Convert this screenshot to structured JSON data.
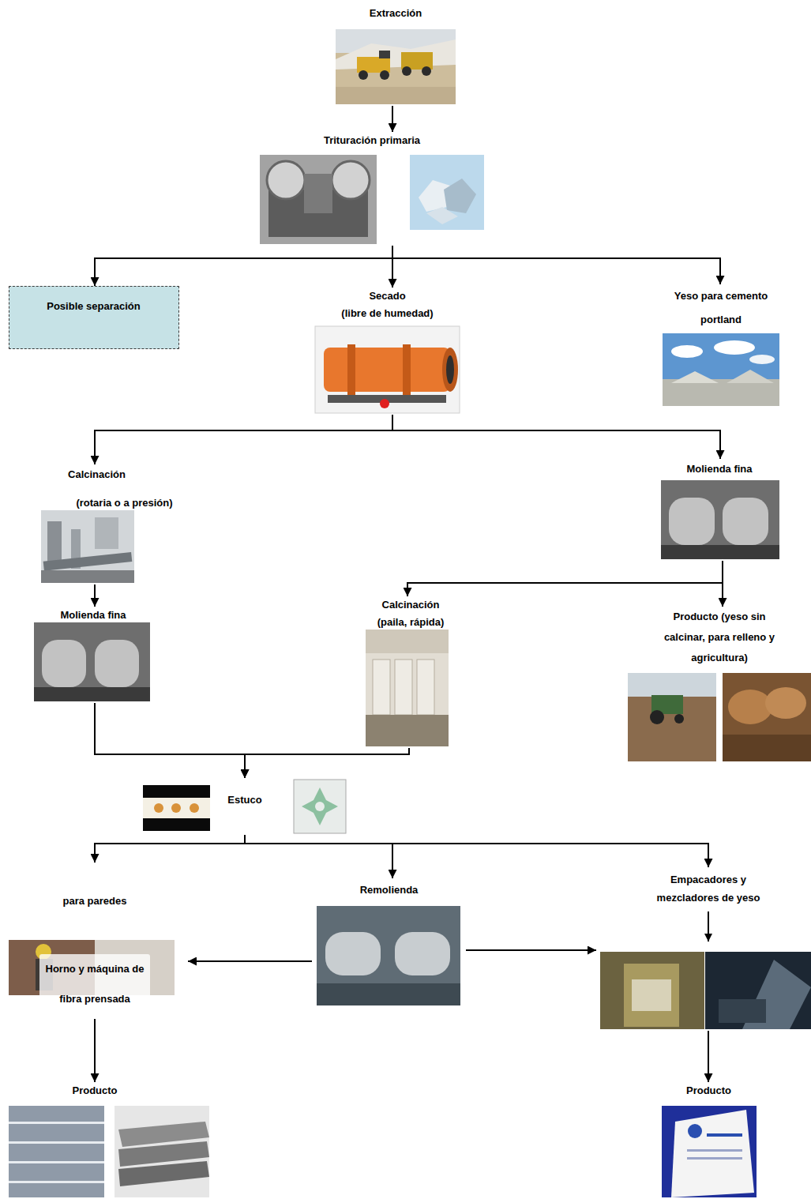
{
  "diagram": {
    "nodes": [
      {
        "text": [
          "Extracción"
        ]
      },
      {
        "text": [
          "Trituración primaria"
        ]
      },
      {
        "text": [
          "Posible separación"
        ]
      },
      {
        "text": [
          "Secado",
          "(libre de humedad)"
        ]
      },
      {
        "text": [
          "Yeso para cemento portland"
        ]
      },
      {
        "text": [
          "Calcinación",
          "(rotaria o a presión)"
        ]
      },
      {
        "text": [
          "Molienda fina"
        ]
      },
      {
        "text": [
          "Molienda fina"
        ]
      },
      {
        "text": [
          "Calcinación",
          "(paila, rápida)"
        ]
      },
      {
        "text": [
          "Producto (yeso sin calcinar, para relleno y agricultura)"
        ]
      },
      {
        "text": [
          "Estuco"
        ]
      },
      {
        "text": [
          "para paredes",
          "Horno y máquina de fibra prensada"
        ]
      },
      {
        "text": [
          "Remolienda"
        ]
      },
      {
        "text": [
          "Empacadores y mezcladores de yeso"
        ]
      },
      {
        "text": [
          "Producto"
        ]
      },
      {
        "text": [
          "Producto"
        ]
      }
    ],
    "edges": [
      {
        "from": 0,
        "to": 1,
        "arrow": "to"
      },
      {
        "from": 1,
        "to": 2,
        "arrow": "to"
      },
      {
        "from": 1,
        "to": 3,
        "arrow": "to"
      },
      {
        "from": 1,
        "to": 4,
        "arrow": "to"
      },
      {
        "from": 3,
        "to": 5,
        "arrow": "to"
      },
      {
        "from": 3,
        "to": 6,
        "arrow": "to"
      },
      {
        "from": 5,
        "to": 7,
        "arrow": "to"
      },
      {
        "from": 6,
        "to": 8,
        "arrow": "to"
      },
      {
        "from": 6,
        "to": 9,
        "arrow": "to"
      },
      {
        "from": 7,
        "to": 10,
        "arrow": "to"
      },
      {
        "from": 8,
        "to": 10,
        "arrow": "to"
      },
      {
        "from": 10,
        "to": 11,
        "arrow": "to"
      },
      {
        "from": 10,
        "to": 12,
        "arrow": "to"
      },
      {
        "from": 10,
        "to": 13,
        "arrow": "to"
      },
      {
        "from": 12,
        "to": 11,
        "arrow": "to"
      },
      {
        "from": 12,
        "to": 13,
        "arrow": "to"
      },
      {
        "from": 11,
        "to": 14,
        "arrow": "to"
      },
      {
        "from": 13,
        "to": 15,
        "arrow": "to"
      }
    ]
  }
}
